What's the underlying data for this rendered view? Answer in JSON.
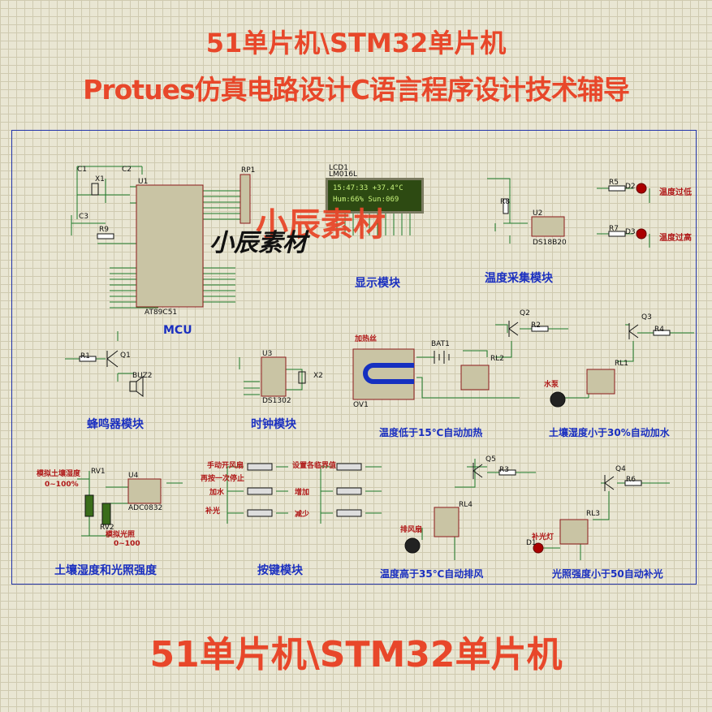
{
  "titles": {
    "line1": "51单片机\\STM32单片机",
    "line2": "Protues仿真电路设计C语言程序设计技术辅导",
    "bottom": "51单片机\\STM32单片机"
  },
  "watermark": {
    "big": "小辰素材",
    "italic": "小辰素材"
  },
  "modules": {
    "mcu": "MCU",
    "display": "显示模块",
    "temp_collect": "温度采集模块",
    "buzzer": "蜂鸣器模块",
    "clock": "时钟模块",
    "heat": "温度低于15℃自动加热",
    "water": "土壤湿度小于30%自动加水",
    "sensors": "土壤湿度和光照强度",
    "keys": "按键模块",
    "fan": "温度高于35℃自动排风",
    "light": "光照强度小于50自动补光"
  },
  "alarms": {
    "high_temp_low": "温度过低",
    "high_temp_high": "温度过高"
  },
  "lcd": {
    "row1": "15:47:33 +37.4°C",
    "row2": "Hum:66%  Sun:069"
  },
  "sensor_labels": {
    "soil": "模拟土壤湿度",
    "soil_range": "0~100%",
    "light": "模拟光照",
    "light_range": "0~100"
  },
  "keys": {
    "k1": "手动开风扇",
    "k1b": "再按一次停止",
    "k2": "加水",
    "k3": "补光",
    "k4": "设置各临界值",
    "k5": "增加",
    "k6": "减少"
  },
  "parts": {
    "u1": "U1",
    "u1_chip": "AT89C51",
    "lcd1": "LCD1",
    "lcd_type": "LM016L",
    "u2": "U2",
    "u2_chip": "DS18B20",
    "u3": "U3",
    "u3_chip": "DS1302",
    "u4": "U4",
    "u4_chip": "ADC0832",
    "c1": "C1",
    "c2": "C2",
    "c3": "C3",
    "x1": "X1",
    "x2": "X2",
    "r9": "R9",
    "r8": "R8",
    "rp1": "RP1",
    "r5": "R5",
    "r7": "R7",
    "d2": "D2",
    "d3": "D3",
    "q1": "Q1",
    "q2": "Q2",
    "q3": "Q3",
    "q4": "Q4",
    "q5": "Q5",
    "r1": "R1",
    "r2": "R2",
    "r3": "R3",
    "r4": "R4",
    "r6": "R6",
    "rl1": "RL1",
    "rl2": "RL2",
    "rl3": "RL3",
    "rl4": "RL4",
    "bat1": "BAT1",
    "ov1": "OV1",
    "buz": "BUZ2",
    "rv1": "RV1",
    "rv2": "RV2",
    "d1": "D1",
    "heater": "加热丝",
    "water_pump": "水泵",
    "exhaust": "排风扇",
    "fill_light": "补光灯"
  },
  "colors": {
    "title": "#e8472a",
    "label": "#1a2fc0",
    "wire": "#1d7a2a",
    "part": "#8b1a1a",
    "pin": "#1a2fc0"
  }
}
